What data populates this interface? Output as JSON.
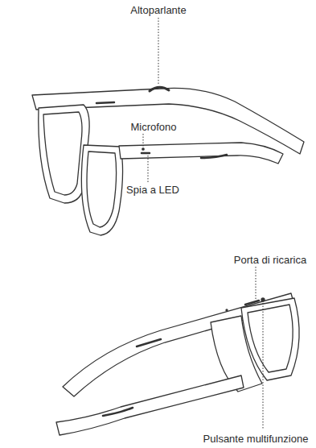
{
  "diagram": {
    "labels": [
      "Altoparlante",
      "Microfono",
      "Spia a LED",
      "Porta di ricarica",
      "Pulsante multifunzione"
    ]
  }
}
